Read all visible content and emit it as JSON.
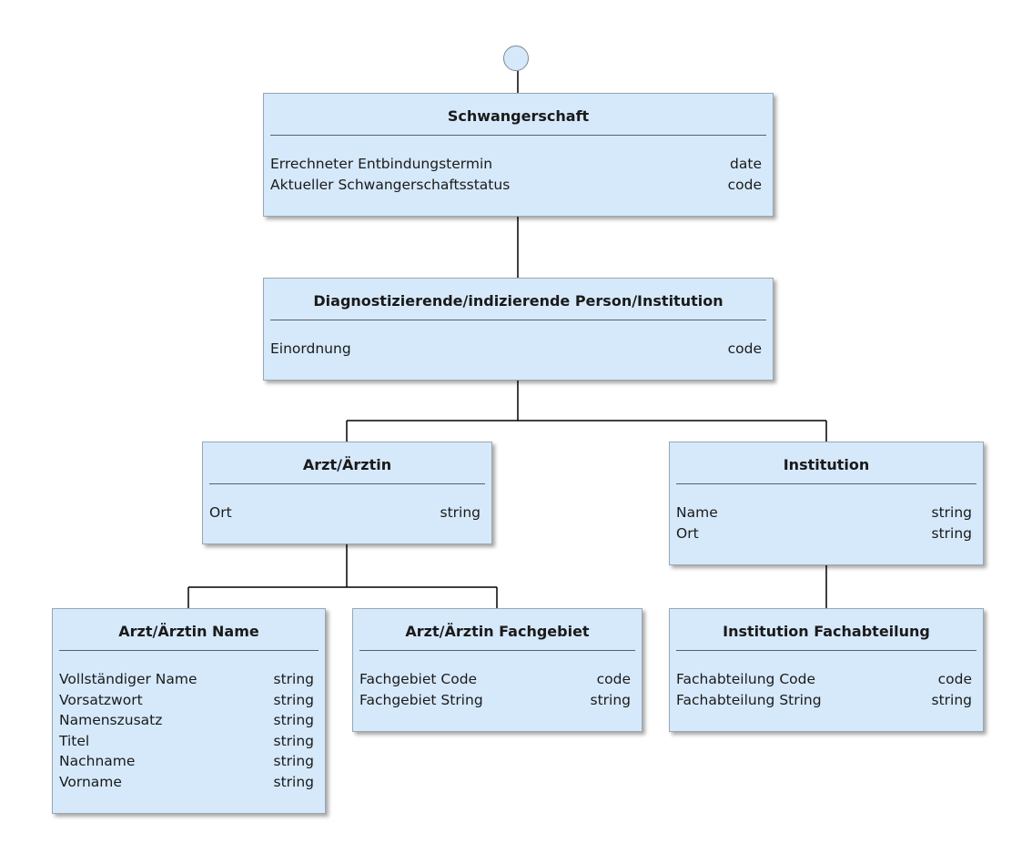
{
  "diagram": {
    "schwangerschaft": {
      "title": "Schwangerschaft",
      "attributes": [
        {
          "name": "Errechneter Entbindungstermin",
          "type": "date"
        },
        {
          "name": "Aktueller Schwangerschaftsstatus",
          "type": "code"
        }
      ]
    },
    "person_institution": {
      "title": "Diagnostizierende/indizierende Person/Institution",
      "attributes": [
        {
          "name": "Einordnung",
          "type": "code"
        }
      ]
    },
    "arzt": {
      "title": "Arzt/Ärztin",
      "attributes": [
        {
          "name": "Ort",
          "type": "string"
        }
      ]
    },
    "institution": {
      "title": "Institution",
      "attributes": [
        {
          "name": "Name",
          "type": "string"
        },
        {
          "name": "Ort",
          "type": "string"
        }
      ]
    },
    "arzt_name": {
      "title": "Arzt/Ärztin Name",
      "attributes": [
        {
          "name": "Vollständiger Name",
          "type": "string"
        },
        {
          "name": "Vorsatzwort",
          "type": "string"
        },
        {
          "name": "Namenszusatz",
          "type": "string"
        },
        {
          "name": "Titel",
          "type": "string"
        },
        {
          "name": "Nachname",
          "type": "string"
        },
        {
          "name": "Vorname",
          "type": "string"
        }
      ]
    },
    "arzt_fachgebiet": {
      "title": "Arzt/Ärztin Fachgebiet",
      "attributes": [
        {
          "name": "Fachgebiet Code",
          "type": "code"
        },
        {
          "name": "Fachgebiet String",
          "type": "string"
        }
      ]
    },
    "institution_fachabteilung": {
      "title": "Institution Fachabteilung",
      "attributes": [
        {
          "name": "Fachabteilung Code",
          "type": "code"
        },
        {
          "name": "Fachabteilung String",
          "type": "string"
        }
      ]
    }
  },
  "colors": {
    "box_fill": "#d6e9fb",
    "box_border": "#9aa6b2",
    "line": "#000000"
  }
}
